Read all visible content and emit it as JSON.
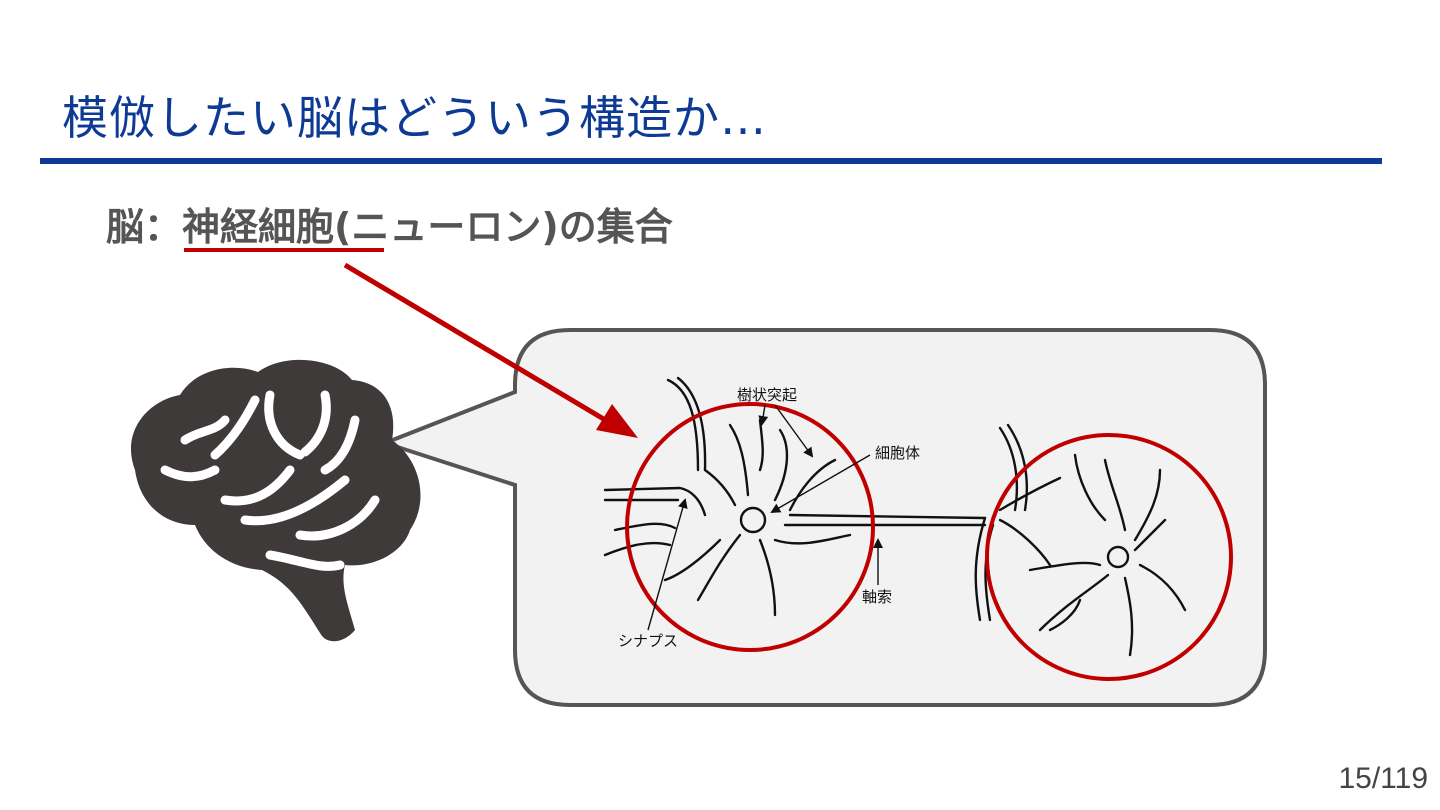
{
  "slide": {
    "title": "模倣したい脳はどういう構造か…",
    "subtitle_prefix": "脳：",
    "subtitle_highlight": "神経細胞",
    "subtitle_suffix": "(ニューロン)の集合",
    "page_number": "15/119"
  },
  "diagram": {
    "labels": {
      "dendrite": "樹状突起",
      "cell_body": "細胞体",
      "axon": "軸索",
      "synapse": "シナプス"
    }
  },
  "colors": {
    "title": "#0d3a94",
    "accent_red": "#c00000",
    "brain": "#3e3a39",
    "bubble_fill": "#f2f2f2",
    "bubble_stroke": "#555555"
  },
  "icons": {
    "brain": "brain-icon",
    "arrow": "pointer-arrow"
  }
}
